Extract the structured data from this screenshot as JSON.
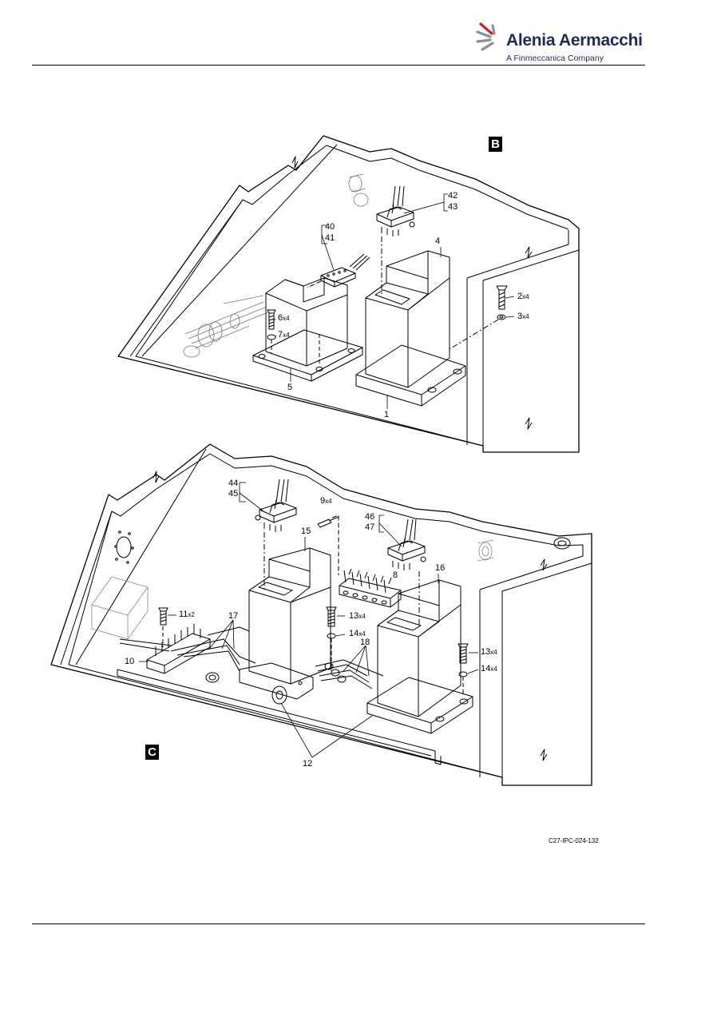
{
  "header": {
    "brand_name": "Alenia Aermacchi",
    "brand_tagline": "A Finmeccanica Company",
    "logo_icon": "alenia-aermacchi-logo-icon"
  },
  "views": {
    "b": {
      "badge": "B"
    },
    "c": {
      "badge": "C"
    }
  },
  "callouts": {
    "c1": "1",
    "c2": "2",
    "c2q": "x4",
    "c3": "3",
    "c3q": "x4",
    "c4": "4",
    "c5": "5",
    "c6": "6",
    "c6q": "x4",
    "c7": "7",
    "c7q": "x4",
    "c40": "40",
    "c41": "41",
    "c42": "42",
    "c43": "43",
    "c8": "8",
    "c9": "9",
    "c9q": "x4",
    "c10": "10",
    "c11": "11",
    "c11q": "x2",
    "c12": "12",
    "c13a": "13",
    "c13aq": "x4",
    "c13b": "13",
    "c13bq": "x4",
    "c14a": "14",
    "c14aq": "x4",
    "c14b": "14",
    "c14bq": "x4",
    "c15": "15",
    "c16": "16",
    "c17": "17",
    "c18": "18",
    "c44": "44",
    "c45": "45",
    "c46": "46",
    "c47": "47"
  },
  "figure_ref": "C27-IPC-024-132",
  "colors": {
    "brand_navy": "#1d2b5a",
    "logo_red": "#d0202e",
    "line": "#000000"
  }
}
